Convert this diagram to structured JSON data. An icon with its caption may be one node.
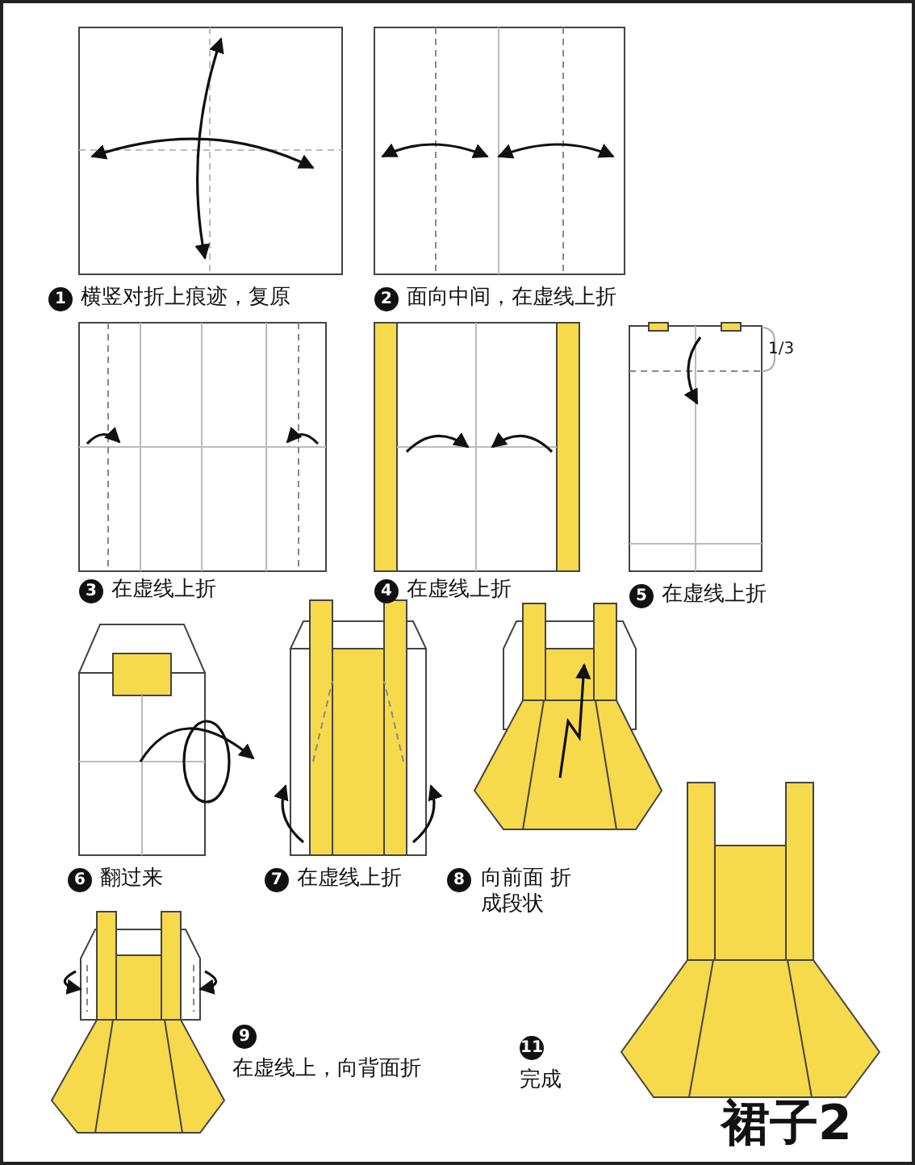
{
  "diagram": {
    "title": "裙子2",
    "labels": [
      "1",
      "横竖对折上痕迹，复原",
      "2",
      "面向中间，在虚线上折",
      "1/3",
      "3",
      "在虚线上折",
      "4",
      "在虚线上折",
      "5",
      "在虚线上折",
      "6",
      "翻过来",
      "7",
      "在虚线上折",
      "8",
      "向前面 折成段状",
      "9",
      "在虚线上，向背面折",
      "11",
      "完成"
    ]
  }
}
